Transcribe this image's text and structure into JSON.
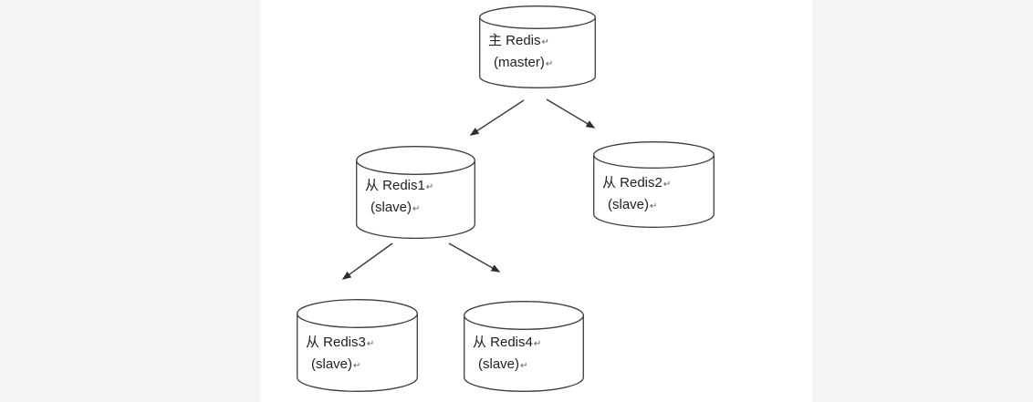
{
  "diagram": {
    "title_hint": "Redis master-slave replication topology",
    "return_mark": "↵",
    "nodes": [
      {
        "id": "master",
        "line1": "主 Redis",
        "line2": "(master)",
        "role": "master"
      },
      {
        "id": "slave1",
        "line1": "从 Redis1",
        "line2": "(slave)",
        "role": "slave"
      },
      {
        "id": "slave2",
        "line1": "从 Redis2",
        "line2": "(slave)",
        "role": "slave"
      },
      {
        "id": "slave3",
        "line1": "从 Redis3",
        "line2": "(slave)",
        "role": "slave"
      },
      {
        "id": "slave4",
        "line1": "从 Redis4",
        "line2": "(slave)",
        "role": "slave"
      }
    ],
    "edges": [
      {
        "from": "master",
        "to": "slave1"
      },
      {
        "from": "master",
        "to": "slave2"
      },
      {
        "from": "slave1",
        "to": "slave3"
      },
      {
        "from": "slave1",
        "to": "slave4"
      }
    ],
    "colors": {
      "shape_stroke": "#3f3f3f",
      "text": "#1f1f1f",
      "page_margin": "#f4f4f5",
      "canvas": "#ffffff"
    }
  }
}
